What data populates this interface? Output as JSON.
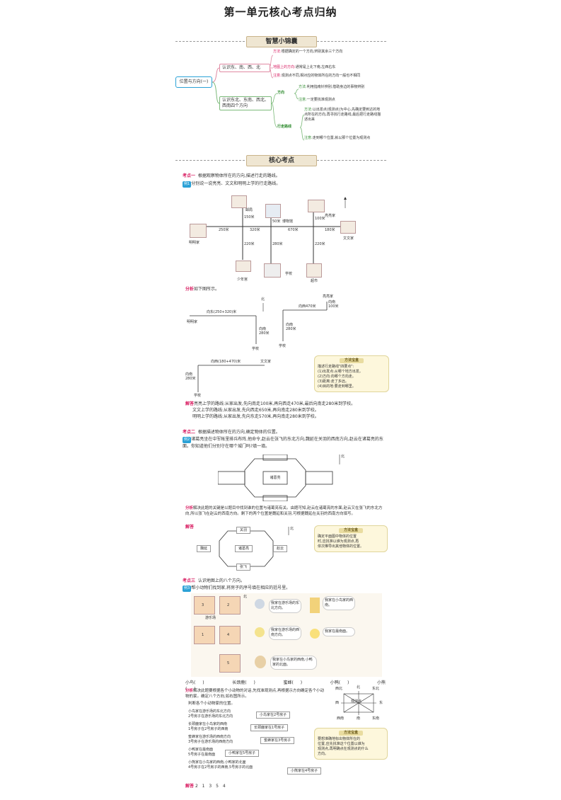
{
  "page_title": "第一单元核心考点归纳",
  "sections": {
    "mindmap_header": "智慧小锦囊",
    "core_header": "核心考点"
  },
  "mindmap": {
    "root": "位置与方向(一)",
    "branch1": "认识东、南、西、北",
    "branch1_items": [
      {
        "k": "方法:",
        "v": "根据确定的一个方向,辨别其余三个方向"
      },
      {
        "k": "地图上的方向:",
        "v": "通常是上北下南,左西右东"
      },
      {
        "k": "注意:",
        "v": "观测点不同,相对应的物体所在的方向一般也不相同"
      }
    ],
    "branch2": "认识东北、东南、西北、西南四个方向",
    "sub_direction": "方向",
    "sub_direction_items": [
      {
        "k": "方法:",
        "v": "利用指南针辨别,借助身边的事物辨别"
      },
      {
        "k": "注意:",
        "v": "一定要找准观测点"
      }
    ],
    "sub_route": "行走路线",
    "sub_route_items": [
      {
        "k": "方法:",
        "v": "以出发点(观测点)为中心,先确定要到达的地点所在的方向,再寻找行走路线,最后把行走路线描述出来"
      },
      {
        "k": "注意:",
        "v": "走到哪个位置,就以那个位置为观测点"
      }
    ]
  },
  "kp1": {
    "label": "考点一",
    "text": "根据观察物体所在的方向,描述行走的路线。",
    "example_tag": "例1",
    "example_text": "分别说一说亮亮、文文和明明上学的行走路线。",
    "map_labels": {
      "post": "邮局",
      "museum": "博物馆",
      "liangliang": "亮亮家",
      "mingming": "明明家",
      "wenwen": "文文家",
      "palace": "少年宫",
      "school": "学校",
      "market": "超市",
      "d250": "250米",
      "d320": "320米",
      "d670": "670米",
      "d180": "180米",
      "d150": "150米",
      "d50": "50米",
      "d100": "100米",
      "d220a": "220米",
      "d280": "280米",
      "d220b": "220米"
    },
    "analysis_tag": "分析",
    "analysis_text": "如下图所示。",
    "routes": {
      "east_label": "向东(250+320)米",
      "mingming": "明明家",
      "north": "北",
      "south280": "向南280米",
      "school": "学校",
      "west470": "向西470米",
      "liangliang": "亮亮家",
      "south100": "向南100米",
      "south280b": "向南280米",
      "school2": "学校",
      "west_label": "向西(180+470)米",
      "wenwen": "文文家",
      "south280c": "向南280米",
      "school3": "学校"
    },
    "method_box": {
      "header": "方法宝盒",
      "lines": [
        "描述行走路线\"四要点\":",
        "(1)出发点:从哪个地方出发。",
        "(2)方向:向哪个方向走。",
        "(3)距离:走了多远。",
        "(4)目的地:要走到哪里。"
      ]
    },
    "solution_tag": "解答",
    "solutions": [
      "亮亮上学的路线:从家出发,先向南走100米,再向西走470米,最后向南走280米到学校。",
      "文文上学的路线:从家出发,先向西走650米,再向南走280米到学校。",
      "明明上学的路线:从家出发,先向东走570米,再向南走280米到学校。"
    ]
  },
  "kp2": {
    "label": "考点二",
    "text": "根据描述物体所在的方向,确定物体的位置。",
    "example_tag": "例2",
    "example_text": "诸葛亮坐在中军帐里排兵布阵,他命令,赵云在张飞的东北方向,魏延在关羽的西南方向,赵云在诸葛亮的东面。你知道他们分别守在哪个城门吗?填一填。",
    "center": "诸葛亮",
    "north": "北",
    "analysis_tag": "分析",
    "analysis_text": "解决此题的关键是以题目中找到谁的位置与诸葛亮有关。由题可知,赵云在诸葛亮的东面,赵云又在张飞的东北方向,所以张飞在赵云的西南方向。剩下的两个位置是魏延和关羽,可根据魏延在关羽的西南方向填写。",
    "solution_tag": "解答",
    "answer": {
      "north": "关羽",
      "west": "魏延",
      "center": "诸葛亮",
      "east": "赵云",
      "south": "张飞"
    },
    "method_box": {
      "header": "方法宝盒",
      "lines": [
        "确定平面图中物体的位置",
        "时,应找准以谁为观测点,再",
        "依次推导出其他物体的位置。"
      ]
    }
  },
  "kp3": {
    "label": "考点三",
    "text": "认识地图上的八个方向。",
    "example_tag": "例3",
    "example_text": "帮小动物们找到家,将房子的序号填在相应的括号里。",
    "playground": "游乐场",
    "north": "北",
    "house_numbers": [
      "1",
      "2",
      "3",
      "4",
      "5"
    ],
    "bubbles": [
      "我家在游乐场的东北方向。",
      "我家在小鸟家的西南。",
      "我家在游乐场的西南方向。",
      "我家在最南面。",
      "我家在小鸟家的西南,小鸭家的北面。"
    ],
    "fill_line": [
      "小鸟(   )",
      "长颈鹿(   )",
      "蜜蜂(   )",
      "小鸭(   )",
      "小熊(   )"
    ],
    "analysis_tag": "分析",
    "analysis_text": "解决此题要根据各个小动物的对话,先找准观测点,再根据示方向确定各个小动物的家。确定八个方向,如右图所示。",
    "analysis_lead": "判断各个小动物家的位置。",
    "steps": [
      {
        "q": [
          "小鸟家在游乐场的东北方向",
          "2号房子在游乐场的东北方向"
        ],
        "a": "小鸟家在2号房子"
      },
      {
        "q": [
          "长颈鹿家在小鸟家的西南",
          "1号房子在2号房子的西南"
        ],
        "a": "长颈鹿家在1号房子"
      },
      {
        "q": [
          "蜜蜂家在游乐场的西南方向",
          "3号房子在游乐场的西南方向"
        ],
        "a": "蜜蜂家在3号房子"
      },
      {
        "q": [
          "小鸭家在最南面",
          "5号房子在最南面"
        ],
        "a": "小鸭家在5号房子"
      },
      {
        "q": [
          "小熊家在小鸟家的西南,小鸭家的北面",
          "4号房子在2号房子的西南,5号房子的北面"
        ],
        "a": "小熊家在4号房子"
      }
    ],
    "compass": {
      "nw": "西北",
      "n": "北",
      "ne": "东北",
      "w": "西",
      "e": "东",
      "sw": "西南",
      "s": "南",
      "se": "东南",
      "center": "观测点"
    },
    "method_box": {
      "header": "方法宝盒",
      "lines": [
        "要想准确地标出物体所在的",
        "位置,应先找准这个位置以谁为",
        "观测点,再明确点在观测点的什么",
        "方向。"
      ]
    },
    "solution_tag": "解答",
    "answer": "2  1  3  5  4"
  },
  "colors": {
    "accent": "#d81b60",
    "tag": "#2aa1d6",
    "note": "#fdf7dc",
    "pill": "#efe6d2"
  }
}
